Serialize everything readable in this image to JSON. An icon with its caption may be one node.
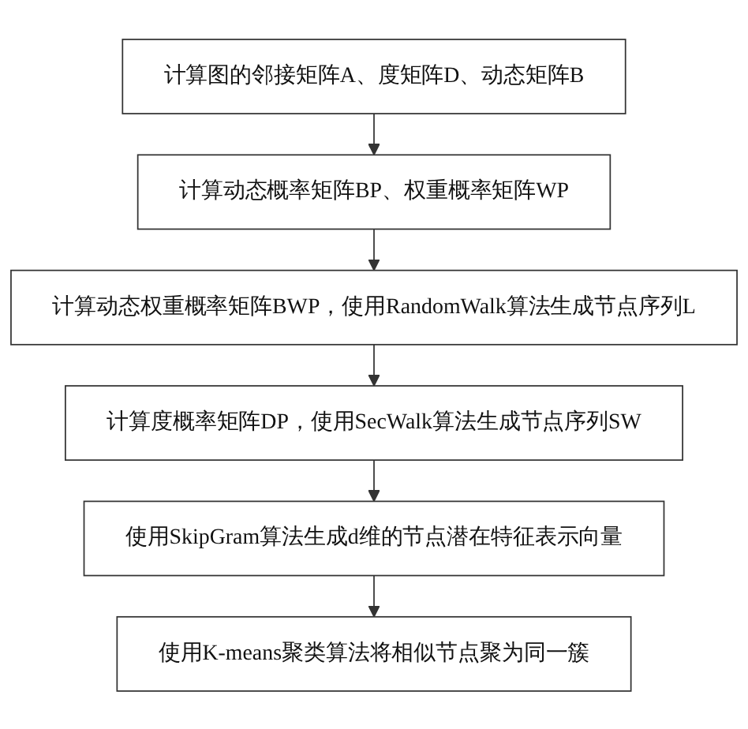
{
  "diagram": {
    "nodes": [
      {
        "text": [
          "计算图的邻接矩阵A、度矩阵D、动态矩阵B"
        ]
      },
      {
        "text": [
          "计算动态概率矩阵BP、权重概率矩阵WP"
        ]
      },
      {
        "text": [
          "计算动态权重概率矩阵BWP，使用RandomWalk算法生成节点序列L"
        ]
      },
      {
        "text": [
          "计算度概率矩阵DP，使用SecWalk算法生成节点序列SW"
        ]
      },
      {
        "text": [
          "使用SkipGram算法生成d维的节点潜在特征表示向量"
        ]
      },
      {
        "text": [
          "使用K-means聚类算法将相似节点聚为同一簇"
        ]
      }
    ],
    "edges": [
      {
        "from": 0,
        "to": 1,
        "arrow": "to"
      },
      {
        "from": 1,
        "to": 2,
        "arrow": "to"
      },
      {
        "from": 2,
        "to": 3,
        "arrow": "to"
      },
      {
        "from": 3,
        "to": 4,
        "arrow": "to"
      },
      {
        "from": 4,
        "to": 5,
        "arrow": "to"
      }
    ]
  }
}
